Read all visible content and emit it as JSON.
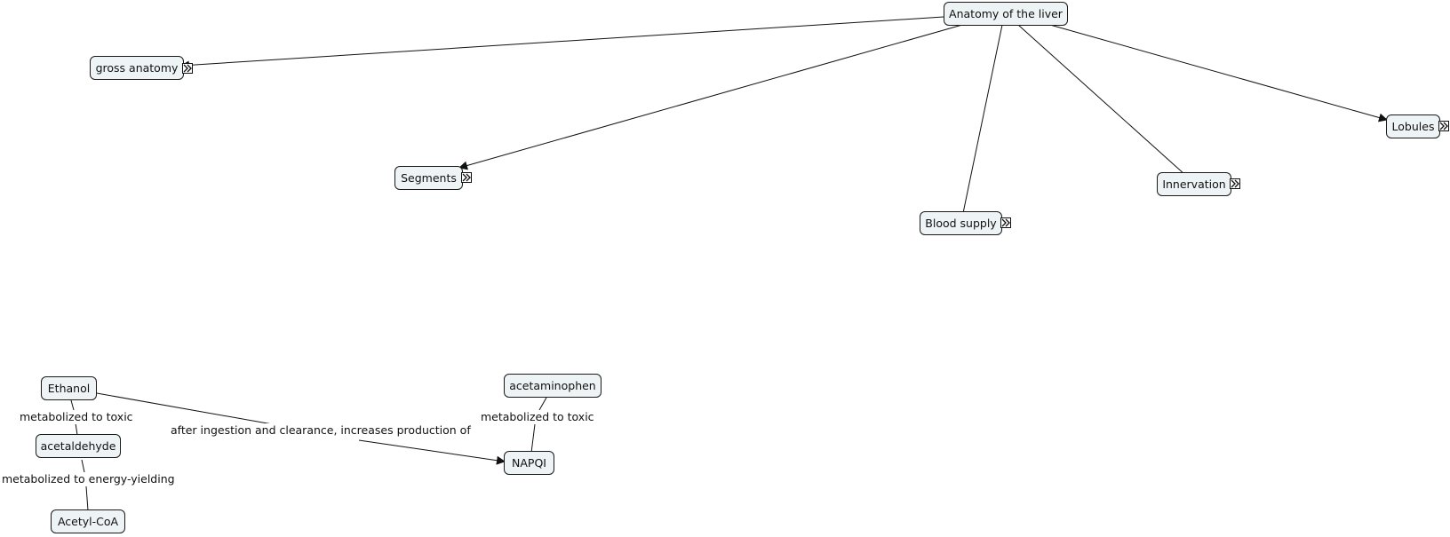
{
  "concepts": {
    "anatomy": "Anatomy of the liver",
    "gross_anatomy": "gross anatomy",
    "segments": "Segments",
    "blood_supply": "Blood supply",
    "innervation": "Innervation",
    "lobules": "Lobules",
    "ethanol": "Ethanol",
    "acetaldehyde": "acetaldehyde",
    "acetyl_coa": "Acetyl-CoA",
    "acetaminophen": "acetaminophen",
    "napqi": "NAPQI"
  },
  "links": {
    "ethanol_to_acetaldehyde": "metabolized to toxic",
    "acetaldehyde_to_acetyl_coa": "metabolized to energy-yielding",
    "ethanol_to_napqi": "after ingestion and clearance, increases production of",
    "acetaminophen_to_napqi": "metabolized to toxic"
  },
  "expand_icon": "double-chevron-right-icon",
  "colors": {
    "node_fill": "#eef3f5",
    "node_border": "#1a1a1a",
    "line": "#111111"
  }
}
